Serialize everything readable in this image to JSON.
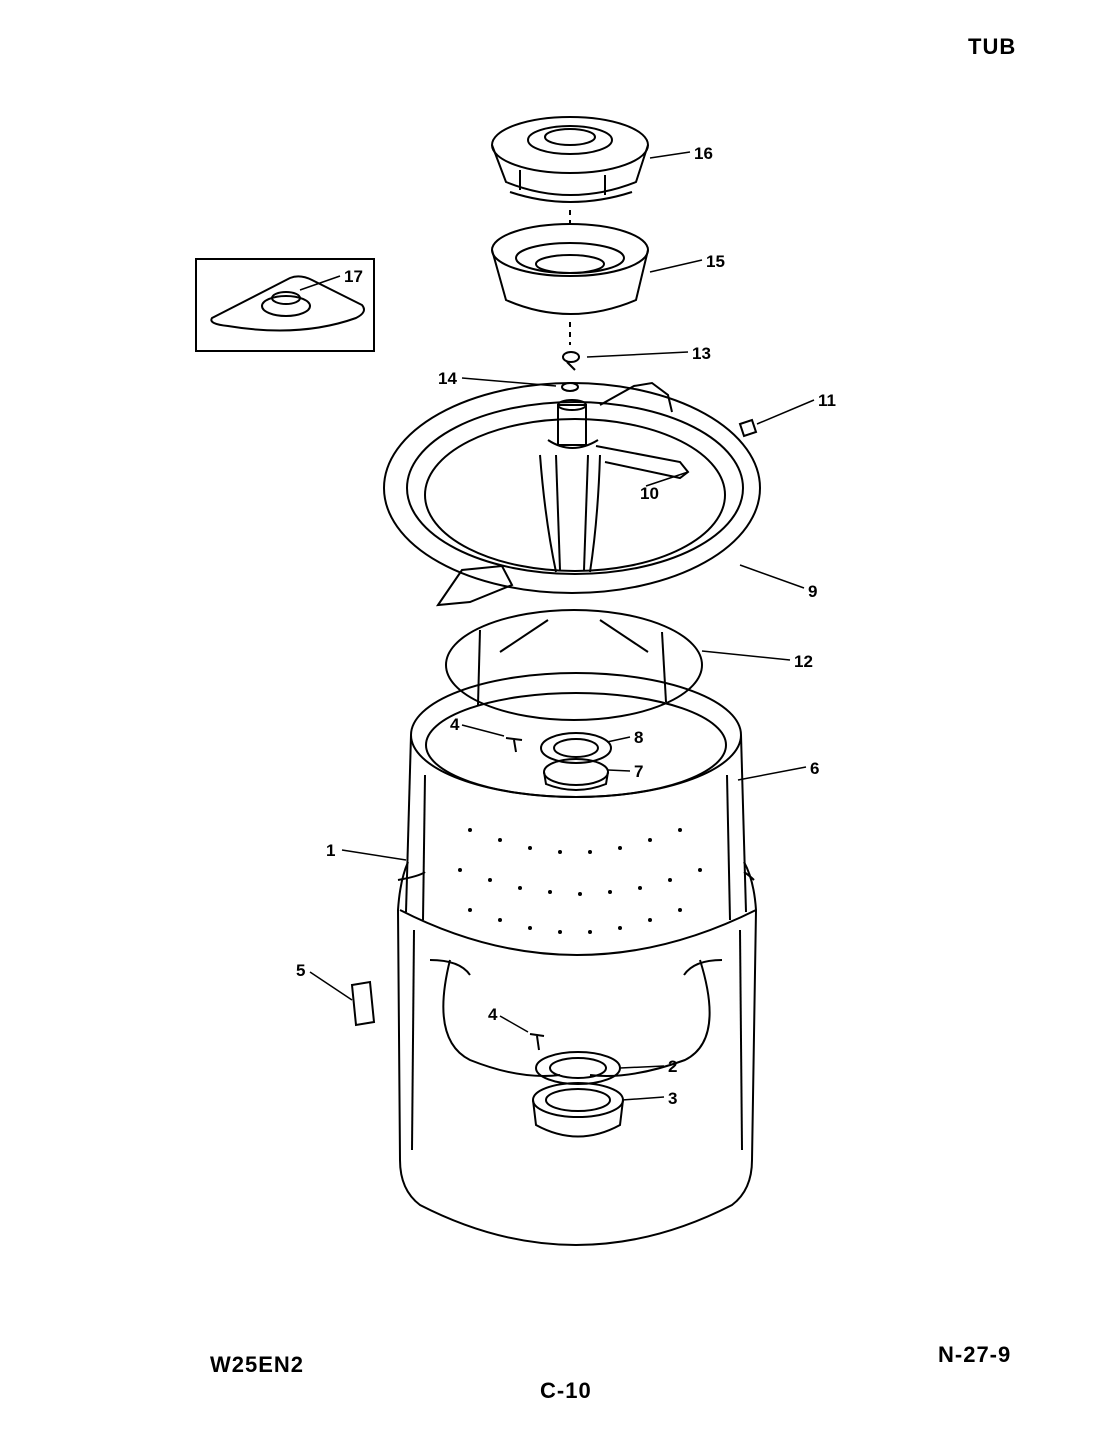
{
  "header": {
    "section_title": "TUB"
  },
  "footer": {
    "model": "W25EN2",
    "page": "C-10",
    "code": "N-27-9"
  },
  "callouts": {
    "c1": "1",
    "c2": "2",
    "c3": "3",
    "c4a": "4",
    "c4b": "4",
    "c5": "5",
    "c6": "6",
    "c7": "7",
    "c8": "8",
    "c9": "9",
    "c10": "10",
    "c11": "11",
    "c12": "12",
    "c13": "13",
    "c14": "14",
    "c15": "15",
    "c16": "16",
    "c17": "17"
  }
}
